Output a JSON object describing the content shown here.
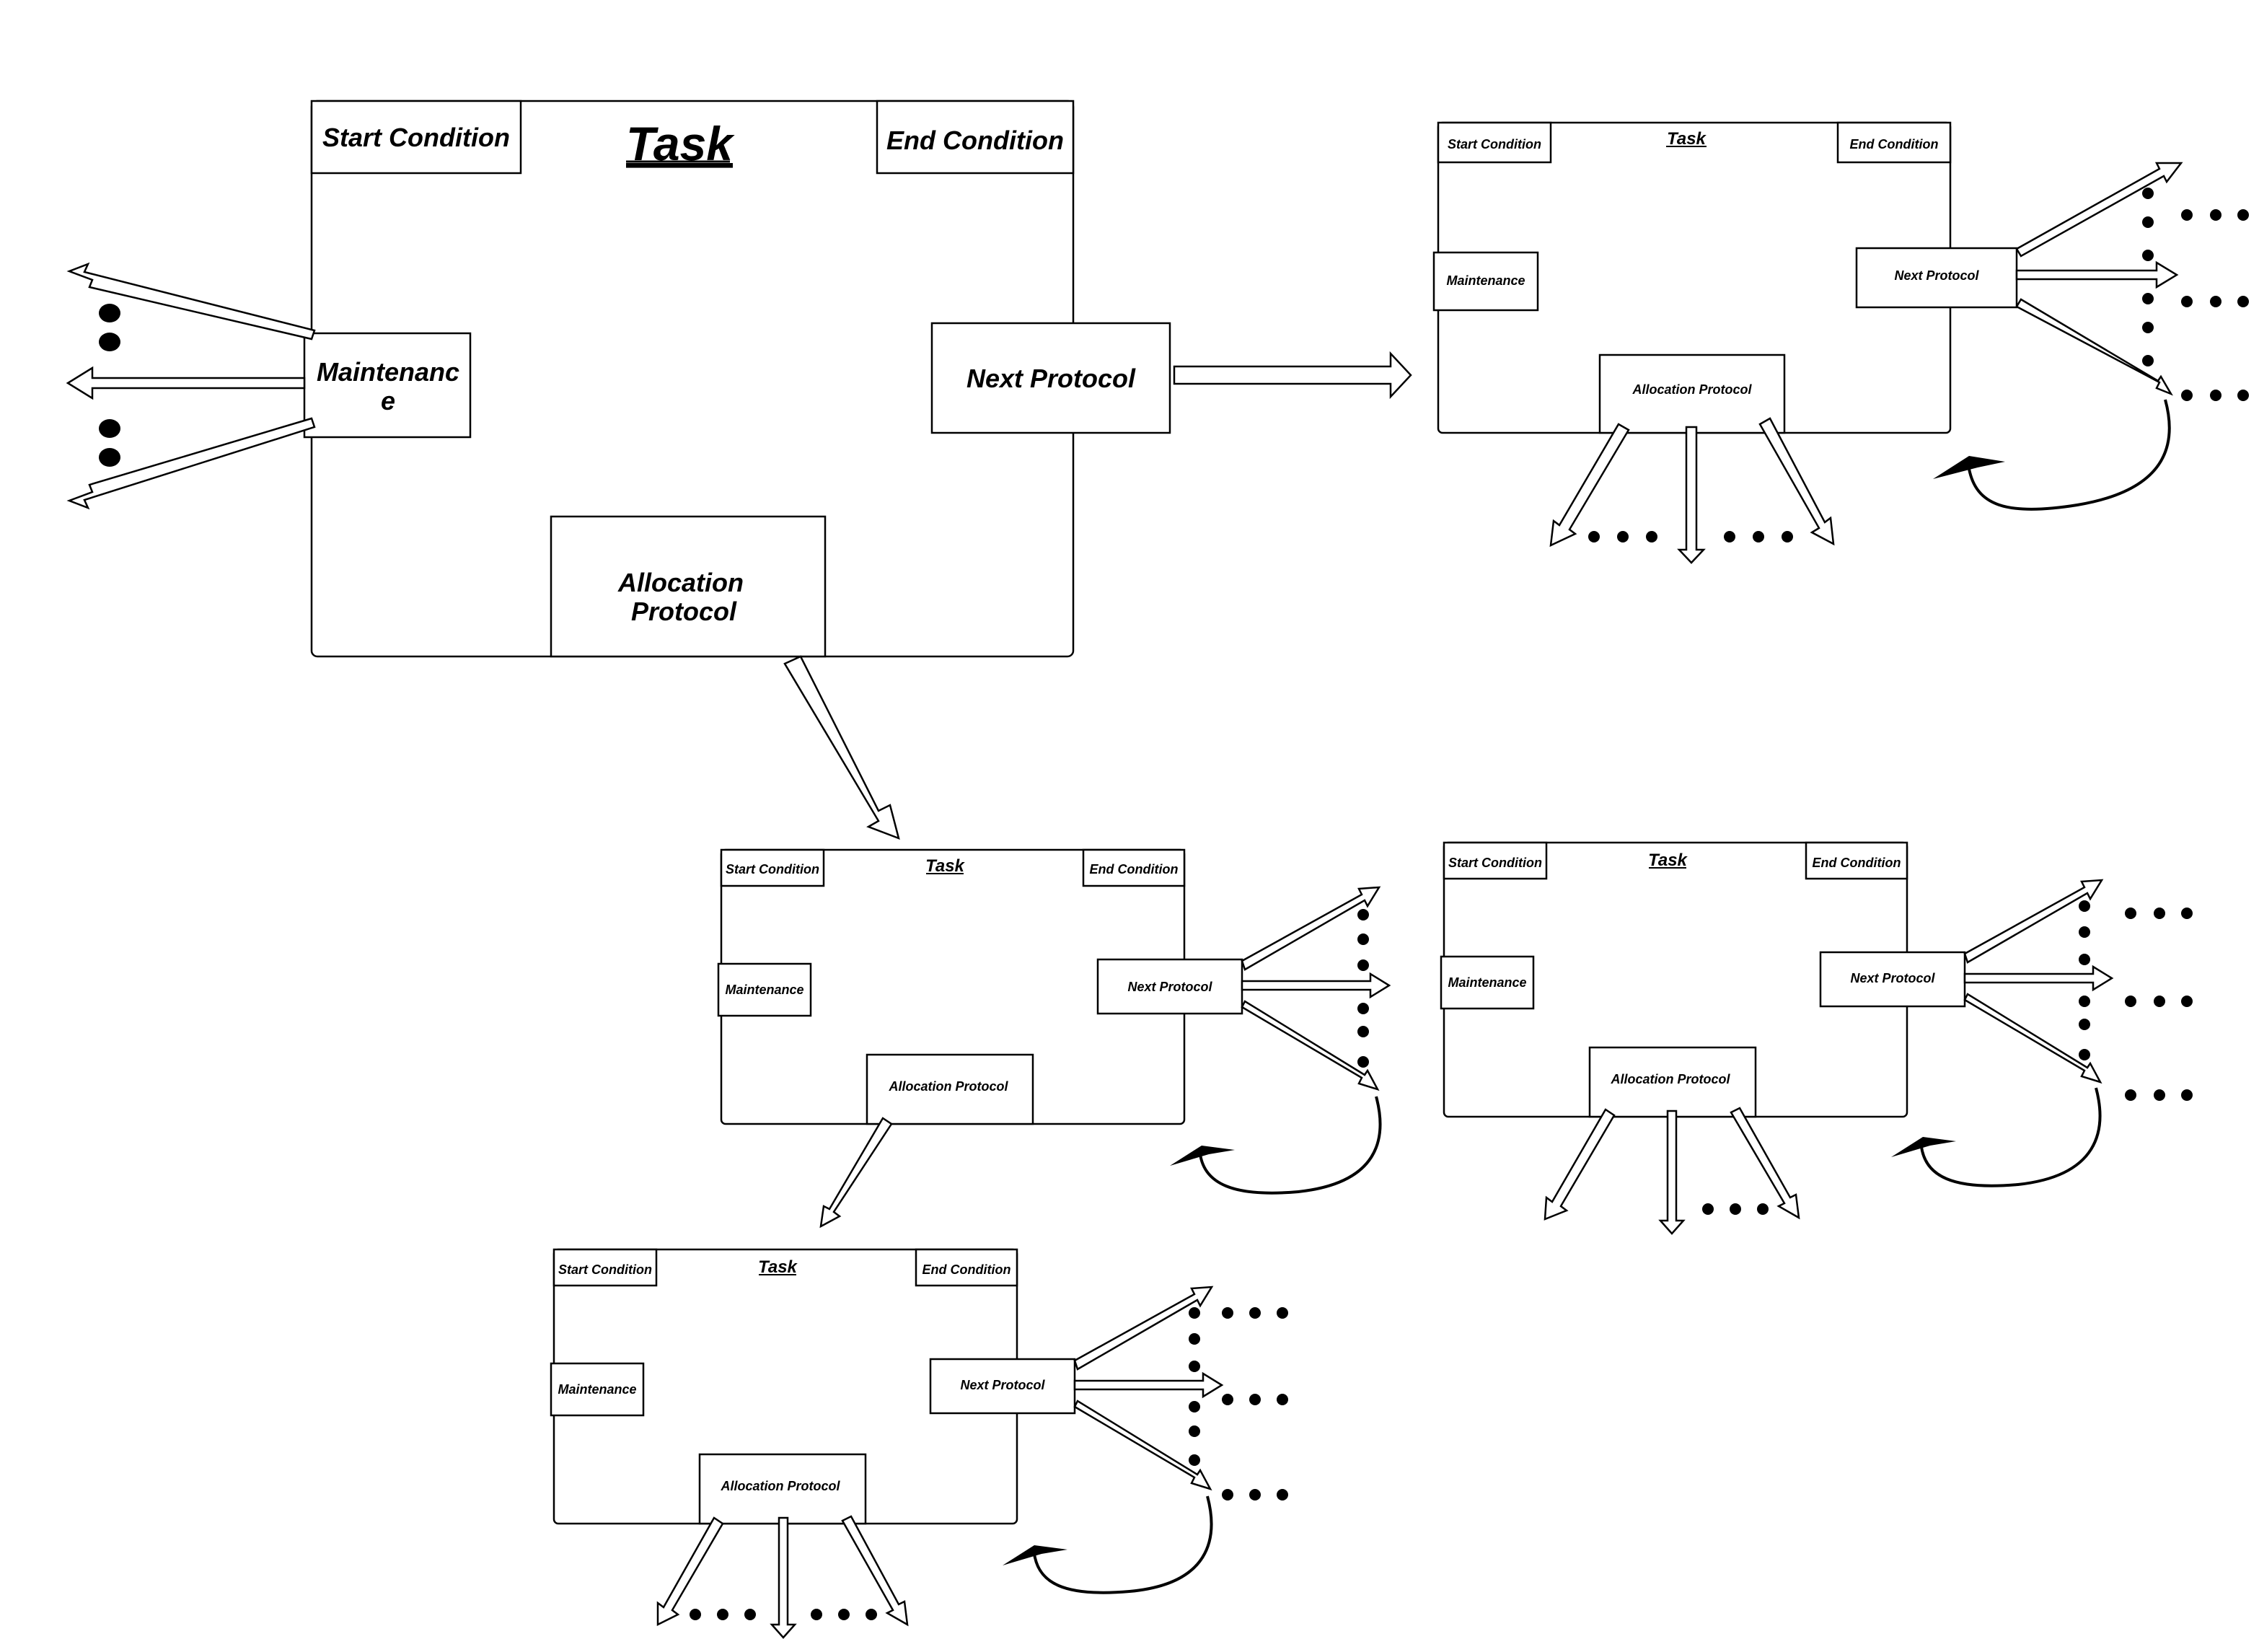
{
  "labels": {
    "task": "Task",
    "start_condition": "Start Condition",
    "end_condition": "End Condition",
    "maintenance": "Maintenance",
    "maintenance_wrapped_line1": "Maintenanc",
    "maintenance_wrapped_line2": "e",
    "next_protocol": "Next Protocol",
    "allocation_protocol": "Allocation Protocol",
    "allocation_protocol_line1": "Allocation",
    "allocation_protocol_line2": "Protocol"
  },
  "task_nodes": [
    {
      "id": "main-task",
      "detail": "large"
    },
    {
      "id": "next-task",
      "detail": "small"
    },
    {
      "id": "allocated-task",
      "detail": "small"
    },
    {
      "id": "sibling-task",
      "detail": "small"
    },
    {
      "id": "sub-allocated-task",
      "detail": "small"
    }
  ],
  "edges": [
    {
      "from": "main-task.next-protocol",
      "to": "next-task"
    },
    {
      "from": "main-task.allocation-protocol",
      "to": "allocated-task"
    },
    {
      "from": "allocated-task.allocation-protocol",
      "to": "sub-allocated-task"
    }
  ]
}
